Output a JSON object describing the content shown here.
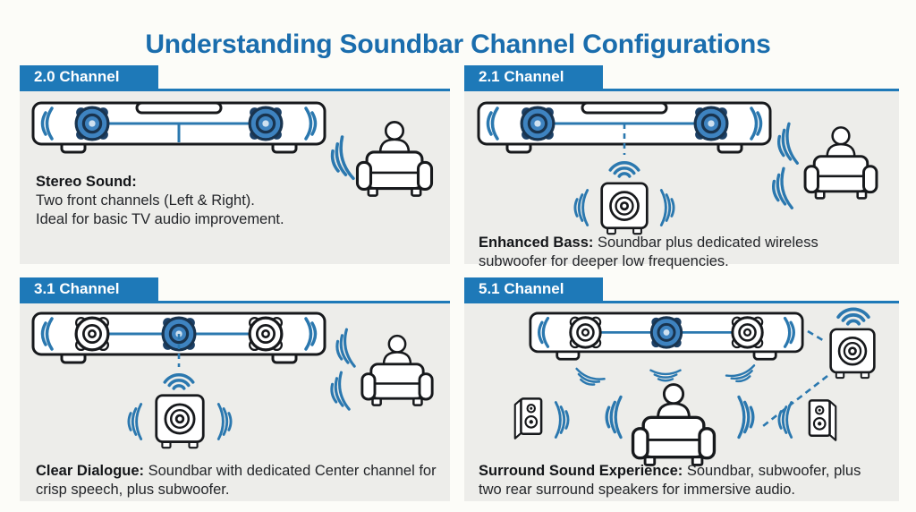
{
  "title": {
    "light": "Understanding",
    "bold": "Soundbar Channel Configurations"
  },
  "panels": [
    {
      "label": "2.0 Channel",
      "lead": "Stereo Sound:",
      "body": "Two front channels (Left & Right).\nIdeal for basic TV audio improvement."
    },
    {
      "label": "2.1 Channel",
      "lead": "Enhanced Bass: ",
      "body": "Soundbar plus dedicated wireless\nsubwoofer for deeper low frequencies."
    },
    {
      "label": "3.1 Channel",
      "lead": "Clear Dialogue: ",
      "body": "Soundbar with dedicated Center channel for\ncrisp speech, plus subwoofer."
    },
    {
      "label": "5.1 Channel",
      "lead": "Surround Sound Experience: ",
      "body": "Soundbar, subwoofer, plus\ntwo rear surround speakers for immersive audio."
    }
  ],
  "colors": {
    "title_blue": "#1a6dad",
    "banner_blue": "#1e79b8",
    "wave_blue": "#2b78af",
    "speaker_fill": "#3e83c0",
    "speaker_dark": "#19344f",
    "panel_bg": "#ededea",
    "text": "#232529"
  },
  "icons": [
    "soundbar-icon",
    "speaker-icon",
    "subwoofer-icon",
    "sofa-listener-icon",
    "rear-speaker-icon",
    "sound-waves-icon",
    "wifi-waves-icon",
    "wireless-link-dashed"
  ]
}
